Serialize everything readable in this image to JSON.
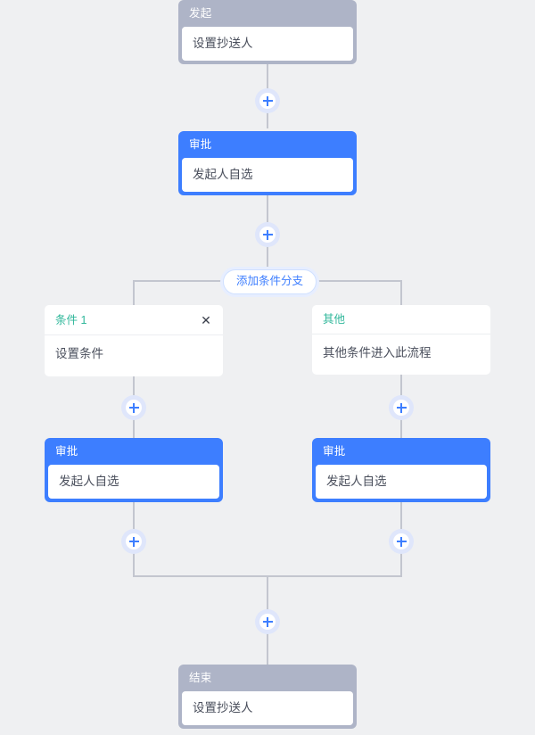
{
  "canvas": {
    "background": "#eff0f2",
    "line_color": "#c3c6cf"
  },
  "colors": {
    "approval_blue": "#3d7eff",
    "ghost_purple": "#aeb4c7",
    "condition_green": "#2fb79a",
    "plus_halo": "#dfe6fb"
  },
  "nodes": {
    "start": {
      "header": "发起",
      "body": "设置抄送人"
    },
    "approval_main": {
      "header": "审批",
      "body": "发起人自选"
    },
    "approval_left": {
      "header": "审批",
      "body": "发起人自选"
    },
    "approval_right": {
      "header": "审批",
      "body": "发起人自选"
    },
    "end": {
      "header": "结束",
      "body": "设置抄送人"
    }
  },
  "branches": {
    "add_branch_label": "添加条件分支",
    "items": [
      {
        "title": "条件 1",
        "body": "设置条件",
        "closable": true,
        "close_icon": "✕"
      },
      {
        "title": "其他",
        "body": "其他条件进入此流程",
        "closable": false,
        "close_icon": ""
      }
    ]
  },
  "add_buttons": [
    {
      "name": "add-node-after-start",
      "icon": "plus-icon"
    },
    {
      "name": "add-node-after-approval",
      "icon": "plus-icon"
    },
    {
      "name": "add-node-branch-left-top",
      "icon": "plus-icon"
    },
    {
      "name": "add-node-branch-right-top",
      "icon": "plus-icon"
    },
    {
      "name": "add-node-branch-left-bottom",
      "icon": "plus-icon"
    },
    {
      "name": "add-node-branch-right-bottom",
      "icon": "plus-icon"
    },
    {
      "name": "add-node-before-end",
      "icon": "plus-icon"
    }
  ]
}
